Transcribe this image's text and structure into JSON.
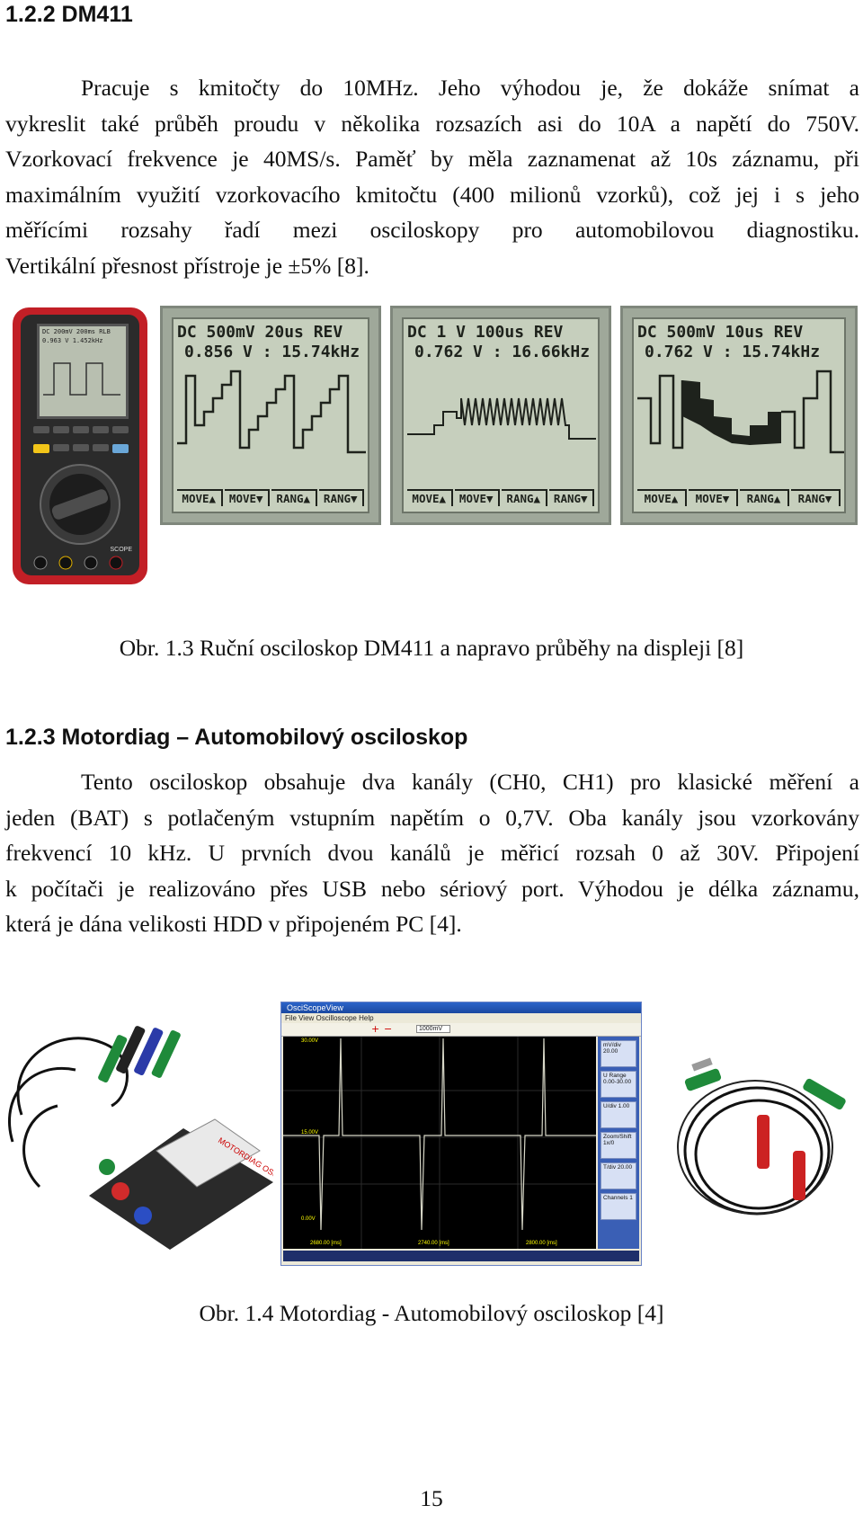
{
  "section1": {
    "heading": "1.2.2 DM411",
    "lines": [
      "Pracuje s kmitočty do 10MHz. Jeho výhodou je, že dokáže snímat a",
      "vykreslit také průběh proudu v několika rozsazích asi do 10A a napětí do 750V.",
      "Vzorkovací frekvence je 40MS/s. Paměť by měla zaznamenat až 10s záznamu, při",
      "maximálním využití vzorkovacího kmitočtu (400 milionů vzorků), což jej i s jeho",
      "měřícími rozsahy řadí mezi osciloskopy pro automobilovou diagnostiku.",
      "Vertikální přesnost přístroje je ±5% [8]."
    ]
  },
  "figure1": {
    "meter": {
      "screen_line1": "DC 200mV 200ms RLB",
      "screen_line2": "0.963 V 1.452kHz",
      "brand_label": "SCOPE"
    },
    "screens": [
      {
        "line1": "DC 500mV  20us REV",
        "line2": "0.856 V : 15.74kHz"
      },
      {
        "line1": "DC  1 V  100us REV",
        "line2": "0.762 V : 16.66kHz"
      },
      {
        "line1": "DC 500mV  10us REV",
        "line2": "0.762 V : 15.74kHz"
      }
    ],
    "softkeys": [
      "MOVE▲",
      "MOVE▼",
      "RANG▲",
      "RANG▼"
    ],
    "caption": "Obr. 1.3 Ruční osciloskop DM411 a napravo průběhy na displeji [8]"
  },
  "section2": {
    "heading": "1.2.3 Motordiag – Automobilový osciloskop",
    "lines": [
      "Tento osciloskop obsahuje dva kanály (CH0, CH1) pro klasické měření a",
      "jeden (BAT) s potlačeným vstupním napětím o 0,7V. Oba kanály jsou vzorkovány",
      "frekvencí 10 kHz. U prvních dvou kanálů je měřicí rozsah 0 až 30V. Připojení",
      "k počítači je realizováno přes USB nebo sériový port. Výhodou je délka záznamu,",
      "která je dána velikosti HDD v připojeném PC [4]."
    ]
  },
  "figure2": {
    "software": {
      "window_title": "OsciScopeView",
      "menu": "File  View  Oscilloscope  Help",
      "y_top": "30.00V",
      "y_mid": "15.00V",
      "y_bottom": "0.00V",
      "x_labels": [
        "2680.00 [ms]",
        "2740.00 [ms]",
        "2800.00 [ms]"
      ],
      "volts_setting": "1000mV",
      "side_panel": [
        "mV/div 20.00",
        "U Range 0.00-30.00",
        "U/div 1.00",
        "Zoom/Shift 1x/0",
        "T/div 20.00",
        "Channels 1"
      ]
    },
    "device_label": "MOTORDIAG OSCILOSCOP",
    "caption": "Obr. 1.4 Motordiag - Automobilový osciloskop [4]"
  },
  "page_number": "15"
}
